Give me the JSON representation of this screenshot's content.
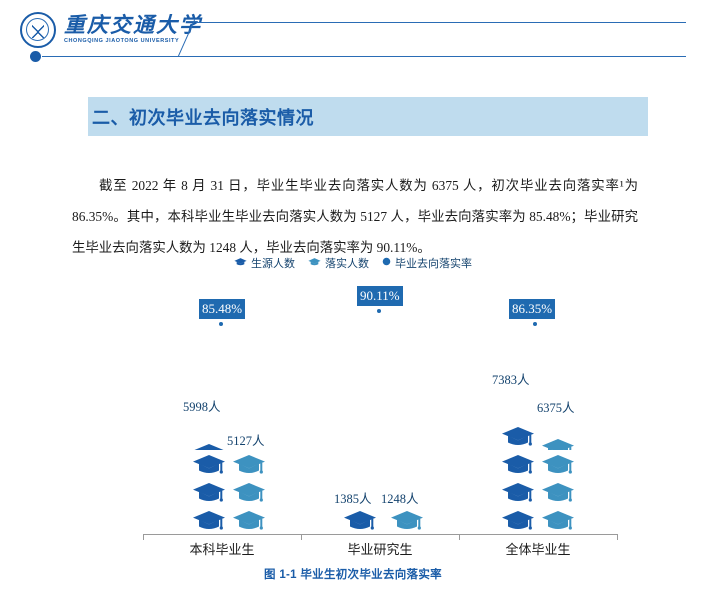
{
  "header": {
    "logo_cn": "重庆交通大学",
    "logo_en": "CHONGQING JIAOTONG UNIVERSITY"
  },
  "section": {
    "title": "二、初次毕业去向落实情况"
  },
  "body": {
    "paragraph": "截至 2022 年 8 月 31 日，毕业生毕业去向落实人数为 6375 人，初次毕业去向落实率¹为 86.35%。其中，本科毕业生毕业去向落实人数为 5127 人，毕业去向落实率为 85.48%；毕业研究生毕业去向落实人数为 1248 人，毕业去向落实率为 90.11%。"
  },
  "caption": {
    "text": "图 1-1 毕业生初次毕业去向落实率"
  },
  "colors": {
    "dark_blue": "#1a5ca8",
    "mid_blue": "#1f6ab0",
    "light_blue": "#3d92c0",
    "band_blue": "#bfdcee"
  },
  "chart_data": {
    "type": "bar",
    "title": "图 1-1 毕业生初次毕业去向落实率",
    "xlabel": "",
    "ylabel": "",
    "grid": false,
    "legend_position": "top-center",
    "categories": [
      "本科毕业生",
      "毕业研究生",
      "全体毕业生"
    ],
    "series": [
      {
        "name": "生源人数",
        "color": "#1a5ca8",
        "values": [
          5998,
          1385,
          7383
        ],
        "labels": [
          "5998人",
          "1385人",
          "7383人"
        ],
        "icons": [
          3.4,
          1,
          4
        ]
      },
      {
        "name": "落实人数",
        "color": "#3d92c0",
        "values": [
          5127,
          1248,
          6375
        ],
        "labels": [
          "5127人",
          "1248人",
          "6375人"
        ],
        "icons": [
          3,
          1,
          3.55
        ]
      },
      {
        "name": "毕业去向落实率",
        "color": "#1f6ab0",
        "values": [
          85.48,
          90.11,
          86.35
        ],
        "labels": [
          "85.48%",
          "90.11%",
          "86.35%"
        ]
      }
    ],
    "legend": [
      "生源人数",
      "落实人数",
      "毕业去向落实率"
    ]
  }
}
